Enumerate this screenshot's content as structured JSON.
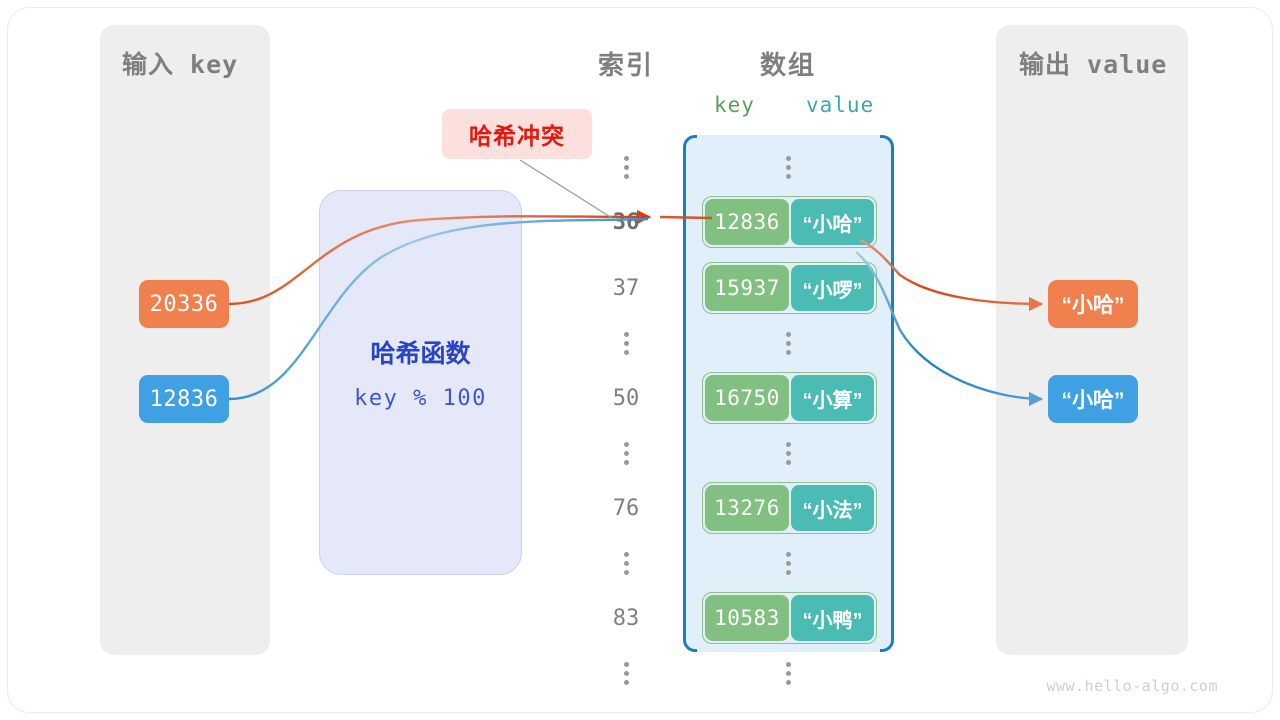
{
  "meta": {
    "watermark": "www.hello-algo.com"
  },
  "input_panel": {
    "title": "输入 key",
    "keys": [
      {
        "value": "20336",
        "color": "#f0804e"
      },
      {
        "value": "12836",
        "color": "#3fa0e3"
      }
    ]
  },
  "hash_function": {
    "title": "哈希函数",
    "formula": "key % 100",
    "fill": "#e4e8f8",
    "text_color": "#2a44c8"
  },
  "callout": {
    "label": "哈希冲突",
    "color": "#e3170b",
    "background": "#fbe0dd"
  },
  "array_panel": {
    "index_header": "索引",
    "array_header": "数组",
    "key_label": "key",
    "value_label": "value",
    "key_color": "#81c081",
    "value_color": "#4bbcb4",
    "container_color": "#e0effa",
    "bracket_color": "#1a7fc1",
    "ellipsis": "⋮",
    "rows": [
      {
        "kind": "ellipsis"
      },
      {
        "kind": "entry",
        "index": "36",
        "key": "12836",
        "value": "“小哈”",
        "highlight": true
      },
      {
        "kind": "entry",
        "index": "37",
        "key": "15937",
        "value": "“小啰”",
        "highlight": false
      },
      {
        "kind": "ellipsis"
      },
      {
        "kind": "entry",
        "index": "50",
        "key": "16750",
        "value": "“小算”",
        "highlight": false
      },
      {
        "kind": "ellipsis"
      },
      {
        "kind": "entry",
        "index": "76",
        "key": "13276",
        "value": "“小法”",
        "highlight": false
      },
      {
        "kind": "ellipsis"
      },
      {
        "kind": "entry",
        "index": "83",
        "key": "10583",
        "value": "“小鸭”",
        "highlight": false
      },
      {
        "kind": "ellipsis"
      }
    ]
  },
  "output_panel": {
    "title": "输出 value",
    "values": [
      {
        "value": "“小哈”",
        "color": "#f0804e"
      },
      {
        "value": "“小哈”",
        "color": "#3fa0e3"
      }
    ]
  }
}
